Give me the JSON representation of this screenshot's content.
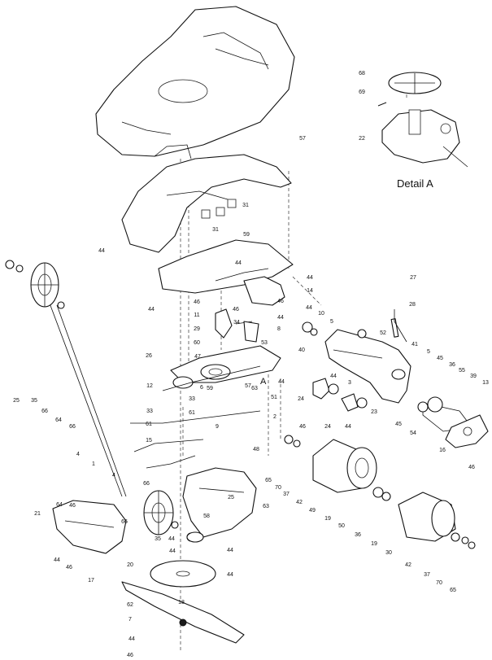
{
  "detail_title": "Detail A",
  "marker_A": "A",
  "labels": [
    "57",
    "68",
    "69",
    "22",
    "31",
    "31",
    "59",
    "44",
    "44",
    "44",
    "27",
    "14",
    "44",
    "44",
    "28",
    "10",
    "46",
    "46",
    "11",
    "34",
    "29",
    "5",
    "8",
    "52",
    "41",
    "60",
    "53",
    "40",
    "26",
    "47",
    "57",
    "63",
    "6",
    "59",
    "12",
    "33",
    "51",
    "3",
    "44",
    "5",
    "45",
    "36",
    "55",
    "39",
    "13",
    "25",
    "35",
    "66",
    "64",
    "66",
    "33",
    "61",
    "9",
    "61",
    "2",
    "24",
    "24",
    "15",
    "44",
    "46",
    "23",
    "54",
    "45",
    "16",
    "4",
    "1",
    "4",
    "48",
    "65",
    "46",
    "70",
    "37",
    "42",
    "49",
    "19",
    "50",
    "36",
    "19",
    "30",
    "42",
    "37",
    "70",
    "65",
    "21",
    "66",
    "64",
    "46",
    "25",
    "58",
    "63",
    "66",
    "35",
    "44",
    "44",
    "46",
    "44",
    "20",
    "44",
    "17",
    "18",
    "62",
    "7",
    "44",
    "46",
    "44",
    "44",
    "46",
    "44"
  ]
}
